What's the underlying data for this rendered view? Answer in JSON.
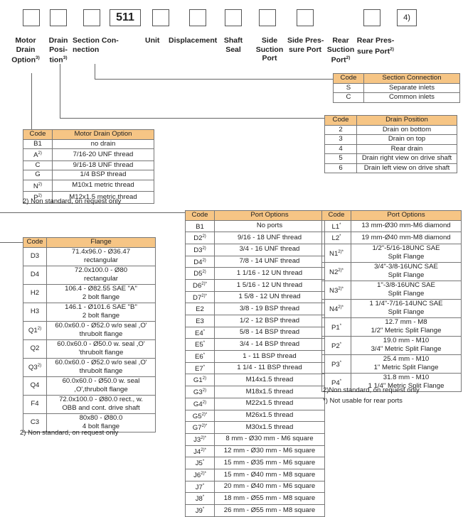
{
  "code_boxes": {
    "unit_value": "511",
    "last_note": "4)"
  },
  "labels": {
    "motor_drain_option": [
      "Motor",
      "Drain",
      "Option"
    ],
    "drain_position": [
      "Drain",
      "Posi-",
      "tion"
    ],
    "section_connection": [
      "Section Con-",
      "nection"
    ],
    "unit": "Unit",
    "displacement": "Displacement",
    "shaft_seal": [
      "Shaft",
      "Seal"
    ],
    "side_suction_port": [
      "Side",
      "Suction",
      "Port"
    ],
    "side_pressure_port": [
      "Side Pres-",
      "sure Port"
    ],
    "rear_suction_port": [
      "Rear",
      "Suction",
      "Port"
    ],
    "rear_pressure_port": [
      "Rear Pres-",
      "sure Port"
    ],
    "sup3": "3)",
    "sup2": "2)"
  },
  "section_connection": {
    "headers": [
      "Code",
      "Section Connection"
    ],
    "rows": [
      [
        "S",
        "Separate inlets"
      ],
      [
        "C",
        "Common inlets"
      ]
    ]
  },
  "drain_position": {
    "headers": [
      "Code",
      "Drain Position"
    ],
    "rows": [
      [
        "2",
        "Drain on bottom"
      ],
      [
        "3",
        "Drain on top"
      ],
      [
        "4",
        "Rear drain"
      ],
      [
        "5",
        "Drain right view on drive shaft"
      ],
      [
        "6",
        "Drain left view on drive shaft"
      ]
    ]
  },
  "motor_drain": {
    "headers": [
      "Code",
      "Motor Drain Option"
    ],
    "rows": [
      [
        "B1",
        "",
        "no drain"
      ],
      [
        "A",
        "2)",
        "7/16-20 UNF thread"
      ],
      [
        "C",
        "",
        "9/16-18 UNF thread"
      ],
      [
        "G",
        "",
        "1/4 BSP thread"
      ],
      [
        "N",
        "2)",
        "M10x1 metric thread"
      ],
      [
        "P",
        "2)",
        "M12x1.5 metric thread"
      ]
    ],
    "note": "2)  Non standard, on request only"
  },
  "flange": {
    "headers": [
      "Code",
      "Flange"
    ],
    "rows": [
      [
        "D3",
        "",
        "71.4x96.0 - Ø36.47",
        "rectangular"
      ],
      [
        "D4",
        "",
        "72.0x100.0 - Ø80",
        "rectangular"
      ],
      [
        "H2",
        "",
        "106.4 - Ø82.55 SAE \"A\"",
        "2 bolt flange"
      ],
      [
        "H3",
        "",
        "146.1 - Ø101.6 SAE \"B\"",
        "2 bolt flange"
      ],
      [
        "Q1",
        "2)",
        "60.0x60.0 - Ø52.0 w/o seal ,O'",
        "thrubolt flange"
      ],
      [
        "Q2",
        "",
        "60.0x60.0 - Ø50.0 w. seal ,O'",
        "'thrubolt flange"
      ],
      [
        "Q3",
        "2)",
        "60.0x60.0 - Ø52.0 w/o seal ,O'",
        "thrubolt flange"
      ],
      [
        "Q4",
        "",
        "60.0x60.0 - Ø50.0 w. seal",
        ",O',thrubolt flange"
      ],
      [
        "F4",
        "",
        "72.0x100.0 - Ø80.0 rect., w.",
        "OBB and cont. drive shaft"
      ],
      [
        "C3",
        "",
        "80x80 - Ø80.0",
        "4 bolt flange"
      ]
    ],
    "note": "2)  Non standard, on request only"
  },
  "port_options_left": {
    "headers": [
      "Code",
      "Port Options"
    ],
    "rows": [
      [
        "B1",
        "",
        "No ports"
      ],
      [
        "D2",
        "2)",
        "9/16 - 18 UNF thread"
      ],
      [
        "D3",
        "2)",
        "3/4 - 16 UNF thread"
      ],
      [
        "D4",
        "2)",
        "7/8 - 14 UNF thread"
      ],
      [
        "D5",
        "2)",
        "1 1/16 - 12 UN thread"
      ],
      [
        "D6",
        "2)*",
        "1 5/16 - 12 UN thread"
      ],
      [
        "D7",
        "2)*",
        "1 5/8 - 12 UN thread"
      ],
      [
        "E2",
        "",
        "3/8 - 19 BSP thread"
      ],
      [
        "E3",
        "",
        "1/2 - 12 BSP thread"
      ],
      [
        "E4",
        "*",
        "5/8 - 14 BSP thread"
      ],
      [
        "E5",
        "*",
        "3/4 - 14 BSP thread"
      ],
      [
        "E6",
        "*",
        "1 - 11 BSP thread"
      ],
      [
        "E7",
        "*",
        "1 1/4 - 11 BSP thread"
      ],
      [
        "G1",
        "2)",
        "M14x1.5 thread"
      ],
      [
        "G3",
        "2)",
        "M18x1.5 thread"
      ],
      [
        "G4",
        "2)",
        "M22x1.5 thread"
      ],
      [
        "G5",
        "2)*",
        "M26x1.5 thread"
      ],
      [
        "G7",
        "2)*",
        "M30x1.5 thread"
      ],
      [
        "J3",
        "2)*",
        "8 mm - Ø30 mm - M6 square"
      ],
      [
        "J4",
        "2)*",
        "12 mm - Ø30 mm - M6 square"
      ],
      [
        "J5",
        "*",
        "15 mm - Ø35 mm - M6 square"
      ],
      [
        "J6",
        "2)*",
        "15 mm - Ø40 mm - M8 square"
      ],
      [
        "J7",
        "*",
        "20 mm - Ø40 mm - M6 square"
      ],
      [
        "J8",
        "*",
        "18 mm - Ø55 mm - M8 square"
      ],
      [
        "J9",
        "*",
        "26 mm - Ø55 mm - M8 square"
      ]
    ]
  },
  "port_options_right": {
    "headers": [
      "Code",
      "Port Options"
    ],
    "rows": [
      [
        "L1",
        "*",
        "13 mm-Ø30 mm-M6 diamond",
        ""
      ],
      [
        "L2",
        "*",
        "19 mm-Ø40 mm-M8 diamond",
        ""
      ],
      [
        "N1",
        "2)*",
        "1/2\"-5/16-18UNC SAE",
        "Split Flange"
      ],
      [
        "N2",
        "2)*",
        "3/4\"-3/8-16UNC SAE",
        "Split Flange"
      ],
      [
        "N3",
        "2)*",
        "1\"-3/8-16UNC SAE",
        "Split Flange"
      ],
      [
        "N4",
        "2)*",
        "1 1/4\"-7/16-14UNC SAE",
        "Split Flange"
      ],
      [
        "P1",
        "*",
        "12.7 mm - M8",
        "1/2\" Metric Split Flange"
      ],
      [
        "P2",
        "*",
        "19.0 mm - M10",
        "3/4\" Metric Split Flange"
      ],
      [
        "P3",
        "*",
        "25.4 mm - M10",
        "1\" Metric Split Flange"
      ],
      [
        "P4",
        "*",
        "31.8 mm - M10",
        "1 1/4\" Metric Split Flange"
      ]
    ],
    "note1": "2)Non standard, on request only",
    "note2": "*) Not usable for rear ports"
  }
}
